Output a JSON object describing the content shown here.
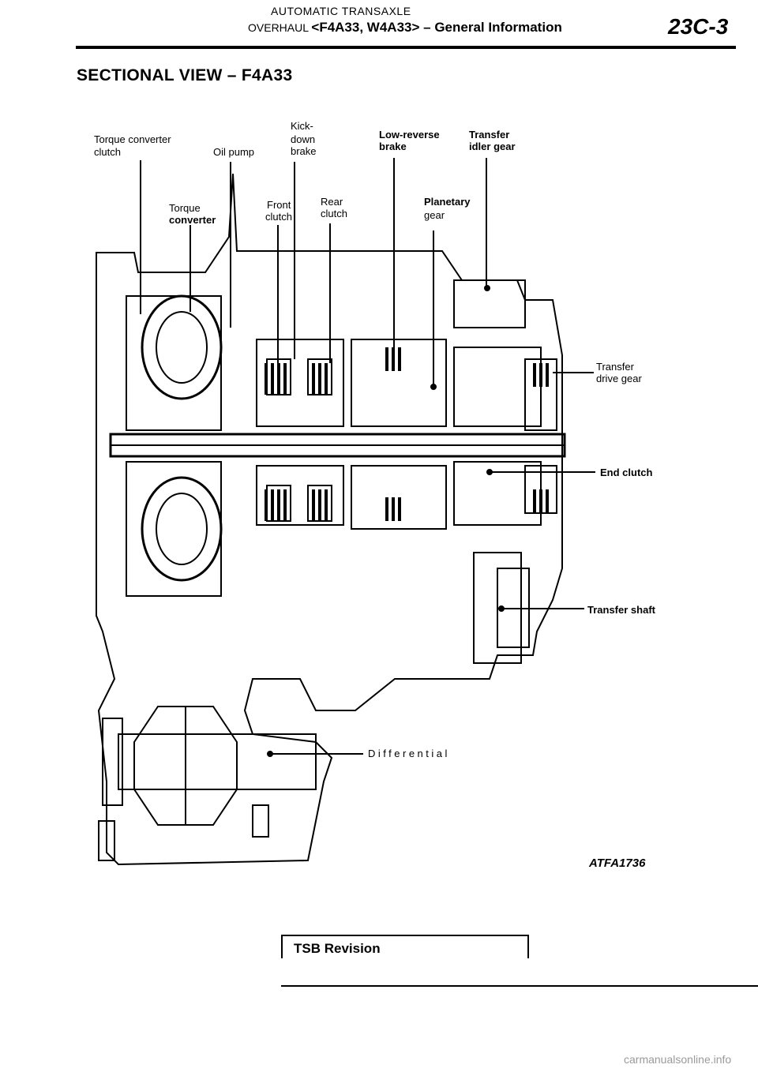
{
  "header": {
    "line1": "AUTOMATIC          TRANSAXLE",
    "line2_prefix": "OVERHAUL ",
    "line2_models": "<F4A33, W4A33>",
    "line2_sep": " – ",
    "line2_general": "General",
    "line2_info": " Information",
    "page_number": "23C-3"
  },
  "section_title": "SECTIONAL  VIEW  – F4A33",
  "labels": {
    "torque_converter_clutch_1": "Torque   converter",
    "torque_converter_clutch_2": "clutch",
    "oil_pump": "Oil  pump",
    "kickdown_1": "Kick-",
    "kickdown_2": "down",
    "kickdown_3": "brake",
    "low_reverse_1": "Low-reverse",
    "low_reverse_2": "brake",
    "transfer_idler_1": "Transfer",
    "transfer_idler_2": "idler gear",
    "torque_converter_1": "Torque",
    "torque_converter_2": "converter",
    "front_clutch_1": "Front",
    "front_clutch_2": "clutch",
    "rear_clutch_1": "Rear",
    "rear_clutch_2": "clutch",
    "planetary_1": "Planetary",
    "planetary_2": "gear",
    "transfer_drive_1": "Transfer",
    "transfer_drive_2": "drive gear",
    "end_clutch": "End  clutch",
    "transfer_shaft": "Transfer  shaft",
    "differential": "Differential",
    "figure_id": "ATFA1736"
  },
  "footer": {
    "tsb_revision": "TSB  Revision",
    "watermark": "carmanualsonline.info"
  }
}
